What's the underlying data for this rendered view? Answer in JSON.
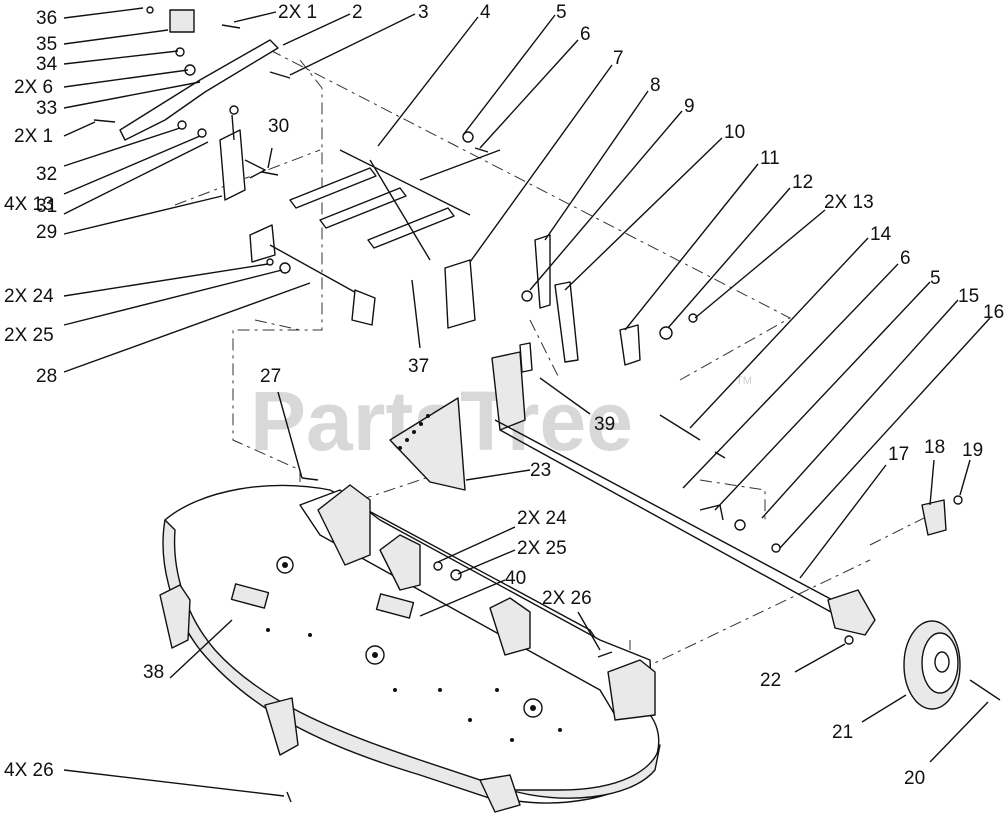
{
  "watermark": {
    "text": "PartsTree",
    "trademark": "TM"
  },
  "callouts": [
    {
      "id": "c36",
      "text": "36"
    },
    {
      "id": "c35",
      "text": "35"
    },
    {
      "id": "c34",
      "text": "34"
    },
    {
      "id": "c2x6",
      "text": "2X 6"
    },
    {
      "id": "c33",
      "text": "33"
    },
    {
      "id": "c2x1a",
      "text": "2X 1"
    },
    {
      "id": "c2",
      "text": "2"
    },
    {
      "id": "c3",
      "text": "3"
    },
    {
      "id": "c4",
      "text": "4"
    },
    {
      "id": "c5a",
      "text": "5"
    },
    {
      "id": "c6a",
      "text": "6"
    },
    {
      "id": "c7",
      "text": "7"
    },
    {
      "id": "c8",
      "text": "8"
    },
    {
      "id": "c9",
      "text": "9"
    },
    {
      "id": "c10",
      "text": "10"
    },
    {
      "id": "c11",
      "text": "11"
    },
    {
      "id": "c12",
      "text": "12"
    },
    {
      "id": "c2x13",
      "text": "2X 13"
    },
    {
      "id": "c14",
      "text": "14"
    },
    {
      "id": "c6b",
      "text": "6"
    },
    {
      "id": "c5b",
      "text": "5"
    },
    {
      "id": "c15",
      "text": "15"
    },
    {
      "id": "c16",
      "text": "16"
    },
    {
      "id": "c2x1b",
      "text": "2X 1"
    },
    {
      "id": "c30",
      "text": "30"
    },
    {
      "id": "c32",
      "text": "32"
    },
    {
      "id": "c4x13",
      "text": "4X 13"
    },
    {
      "id": "c31",
      "text": "31"
    },
    {
      "id": "c29",
      "text": "29"
    },
    {
      "id": "c2x24a",
      "text": "2X 24"
    },
    {
      "id": "c2x25a",
      "text": "2X 25"
    },
    {
      "id": "c28",
      "text": "28"
    },
    {
      "id": "c37",
      "text": "37"
    },
    {
      "id": "c39",
      "text": "39"
    },
    {
      "id": "c27",
      "text": "27"
    },
    {
      "id": "c23",
      "text": "23"
    },
    {
      "id": "c2x24b",
      "text": "2X 24"
    },
    {
      "id": "c2x25b",
      "text": "2X 25"
    },
    {
      "id": "c40",
      "text": "40"
    },
    {
      "id": "c2x26",
      "text": "2X 26"
    },
    {
      "id": "c17",
      "text": "17"
    },
    {
      "id": "c18",
      "text": "18"
    },
    {
      "id": "c19",
      "text": "19"
    },
    {
      "id": "c22",
      "text": "22"
    },
    {
      "id": "c21",
      "text": "21"
    },
    {
      "id": "c20",
      "text": "20"
    },
    {
      "id": "c38",
      "text": "38"
    },
    {
      "id": "c4x26",
      "text": "4X 26"
    }
  ]
}
